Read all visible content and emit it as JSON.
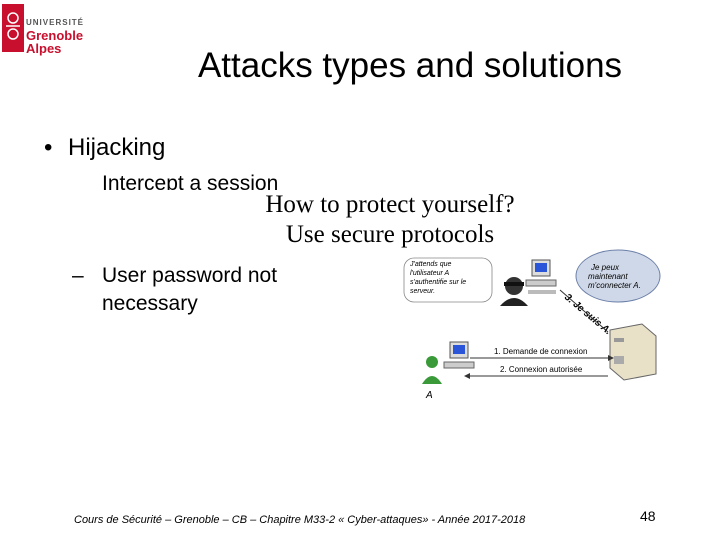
{
  "logo": {
    "line1": "UNIVERSITÉ",
    "line2": "Grenoble",
    "line3": "Alpes"
  },
  "slide": {
    "title": "Attacks types and solutions",
    "bullet1": "Hijacking",
    "bullet2_partial": "Intercept a session",
    "bullet3": "User password not",
    "bullet3_cont": "necessary"
  },
  "popup": {
    "line1": "How to protect yourself?",
    "line2": "Use secure protocols"
  },
  "diagram": {
    "attacker_bubble": [
      "J'attends que",
      "l'utilisateur A",
      "s'authentifie sur le",
      "serveur."
    ],
    "server_bubble": [
      "Je peux",
      "maintenant",
      "m'connecter A."
    ],
    "step1": "1. Demande de connexion",
    "step2": "2. Connexion autorisée",
    "step3": "3. Je suis A.",
    "user_label": "A"
  },
  "footer": {
    "text": "Cours de Sécurité – Grenoble – CB – Chapitre M33-2 « Cyber-attaques» - Année 2017-2018",
    "page": "48"
  },
  "colors": {
    "brand": "#c8102e",
    "bubble": "#cfd8e8",
    "user": "#3a9a3a"
  }
}
